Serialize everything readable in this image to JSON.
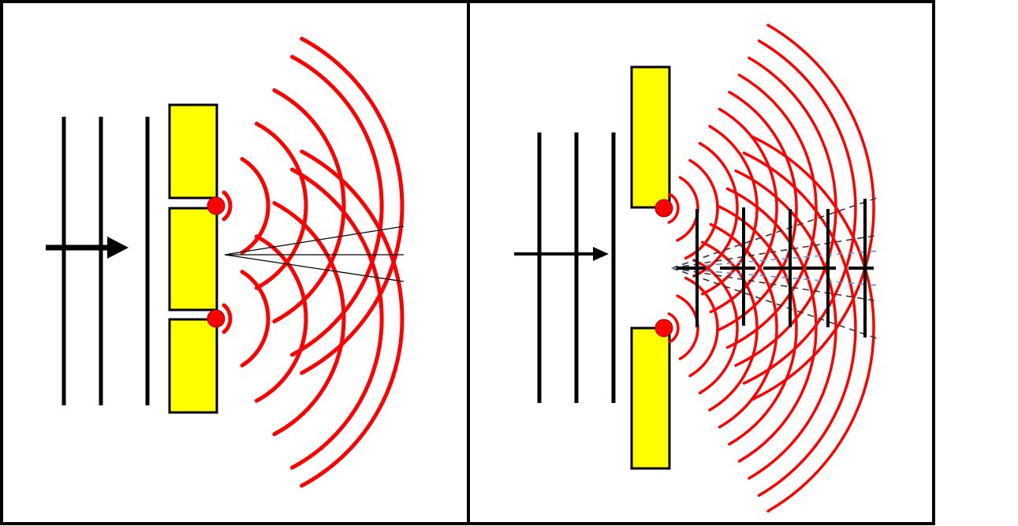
{
  "colors": {
    "wave": "#ff0000",
    "barrier_fill": "#ffff00",
    "barrier_stroke": "#000000",
    "source_dot": "#ff0000",
    "wavefront": "#000000",
    "guide_dashed_black": "#333333",
    "guide_dashed_blue": "#5b8fd6",
    "background": "#ffffff"
  },
  "panels": [
    {
      "id": "double-slit",
      "incident_arrow": "arrow-right-icon",
      "barrier": "three-block-barrier",
      "sources": 2
    },
    {
      "id": "single-gap-edges",
      "incident_arrow": "arrow-right-icon",
      "barrier": "two-block-barrier",
      "sources": 2
    }
  ]
}
